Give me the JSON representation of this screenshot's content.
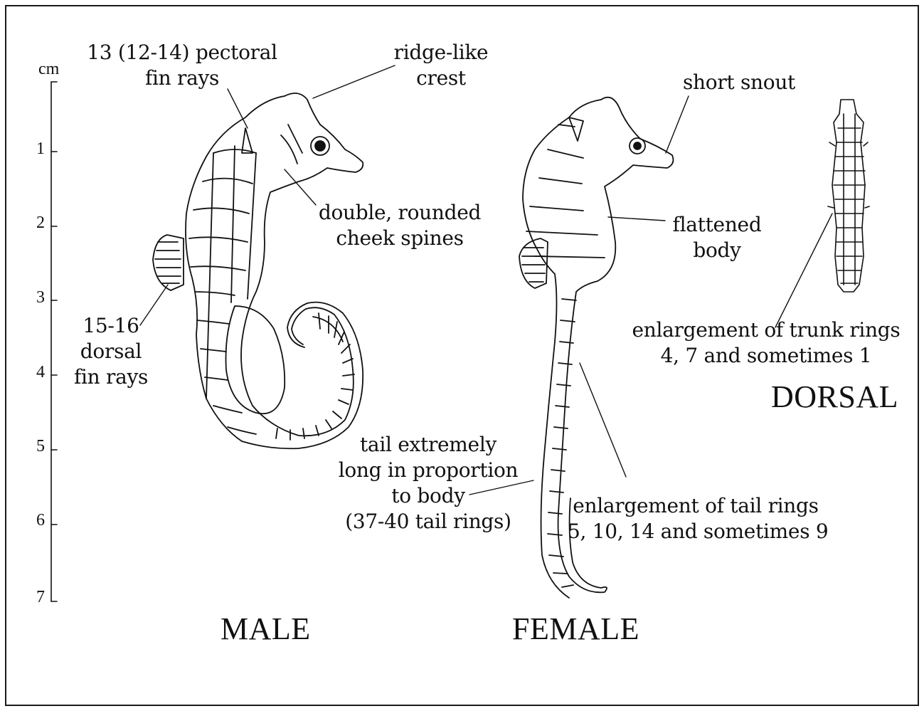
{
  "scale": {
    "unit": "cm",
    "ticks": [
      "1",
      "2",
      "3",
      "4",
      "5",
      "6",
      "7"
    ]
  },
  "labels": {
    "pectoral": [
      "13 (12-14) pectoral",
      "fin rays"
    ],
    "crest": [
      "ridge-like",
      "crest"
    ],
    "cheek": [
      "double, rounded",
      "cheek spines"
    ],
    "dorsal_rays": [
      "15-16",
      "dorsal",
      "fin rays"
    ],
    "snout": [
      "short snout"
    ],
    "flattened": [
      "flattened",
      "body"
    ],
    "trunk_rings": [
      "enlargement of trunk rings",
      "4, 7 and sometimes 1"
    ],
    "tail_long": [
      "tail extremely",
      "long in proportion",
      "to body",
      "(37-40 tail rings)"
    ],
    "tail_rings": [
      "enlargement of tail rings",
      "5, 10, 14 and sometimes 9"
    ]
  },
  "views": {
    "male": "MALE",
    "female": "FEMALE",
    "dorsal": "DORSAL"
  }
}
